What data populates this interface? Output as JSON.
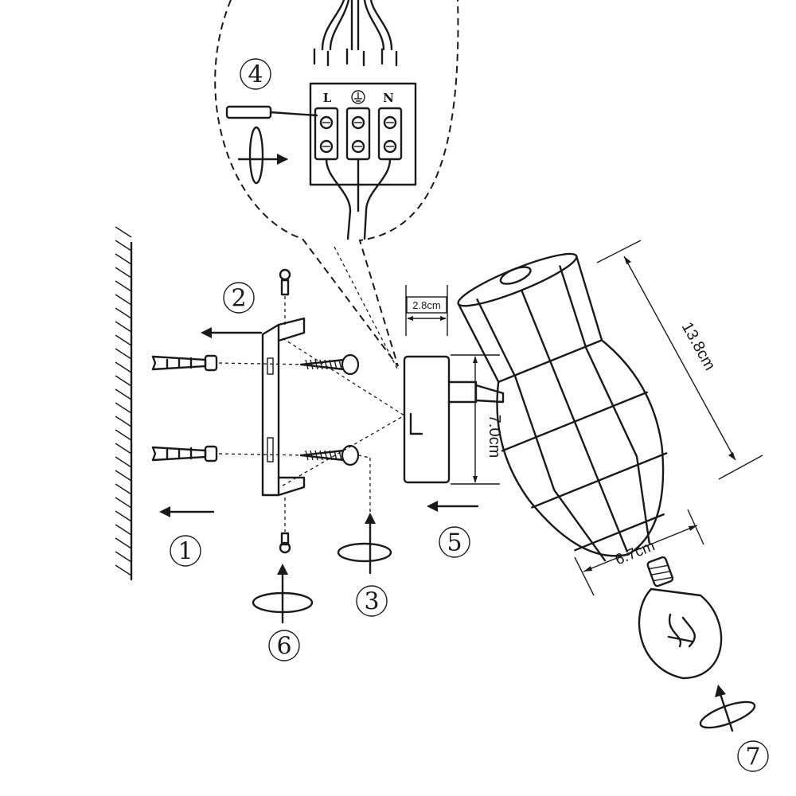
{
  "steps": [
    {
      "n": "1"
    },
    {
      "n": "2"
    },
    {
      "n": "3"
    },
    {
      "n": "4"
    },
    {
      "n": "5"
    },
    {
      "n": "6"
    },
    {
      "n": "7"
    }
  ],
  "terminals": {
    "live": "L",
    "neutral": "N"
  },
  "dimensions": {
    "base_depth": "2.8cm",
    "base_height": "7.0cm",
    "cage_length": "13.8cm",
    "cage_width": "6.7cm"
  }
}
